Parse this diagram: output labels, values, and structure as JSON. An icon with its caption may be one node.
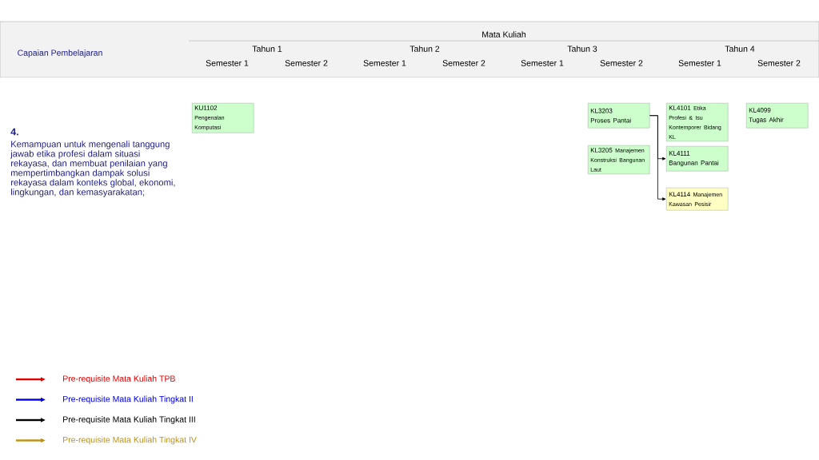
{
  "diagram": {
    "nodes": [
      {
        "text": [
          "KU1102",
          "Pengenalan Komputasi"
        ]
      },
      {
        "text": [
          "KL3203",
          "Proses Pantai"
        ]
      },
      {
        "text": [
          "KL4101",
          "Etika Profesi & Isu Kontemporer Bidang KL"
        ]
      },
      {
        "text": [
          "KL4099",
          "Tugas Akhir"
        ]
      },
      {
        "text": [
          "KL3205",
          "Manajemen Konstruksi Bangunan Laut"
        ]
      },
      {
        "text": [
          "KL4111",
          "Bangunan Pantai"
        ]
      },
      {
        "text": [
          "KL4114",
          "Manajemen Kawasan Pesisir"
        ]
      }
    ],
    "edges": [
      {
        "from": 1,
        "to": 5,
        "arrow": "to"
      },
      {
        "from": 1,
        "to": 6,
        "arrow": "to"
      }
    ],
    "labels": [
      "Capaian Pembelajaran",
      "Mata Kuliah",
      "Tahun 1",
      "Tahun 2",
      "Tahun 3",
      "Tahun 4",
      "Semester 1",
      "Semester 2",
      "Semester 1",
      "Semester 2",
      "Semester 1",
      "Semester 2",
      "Semester 1",
      "Semester 2",
      "4.",
      "Kemampuan untuk mengenali tanggung jawab etika profesi dalam situasi rekayasa, dan membuat penilaian yang mempertimbangkan dampak solusi rekayasa dalam konteks global, ekonomi, lingkungan, dan kemasyarakatan;"
    ],
    "legend": [
      {
        "text": "Pre-requisite Mata Kuliah TPB",
        "color": "#e00000"
      },
      {
        "text": "Pre-requisite Mata Kuliah Tingkat II",
        "color": "#0000e0"
      },
      {
        "text": "Pre-requisite Mata Kuliah Tingkat III",
        "color": "#000000"
      },
      {
        "text": "Pre-requisite Mata Kuliah Tingkat IV",
        "color": "#c09010"
      }
    ]
  }
}
